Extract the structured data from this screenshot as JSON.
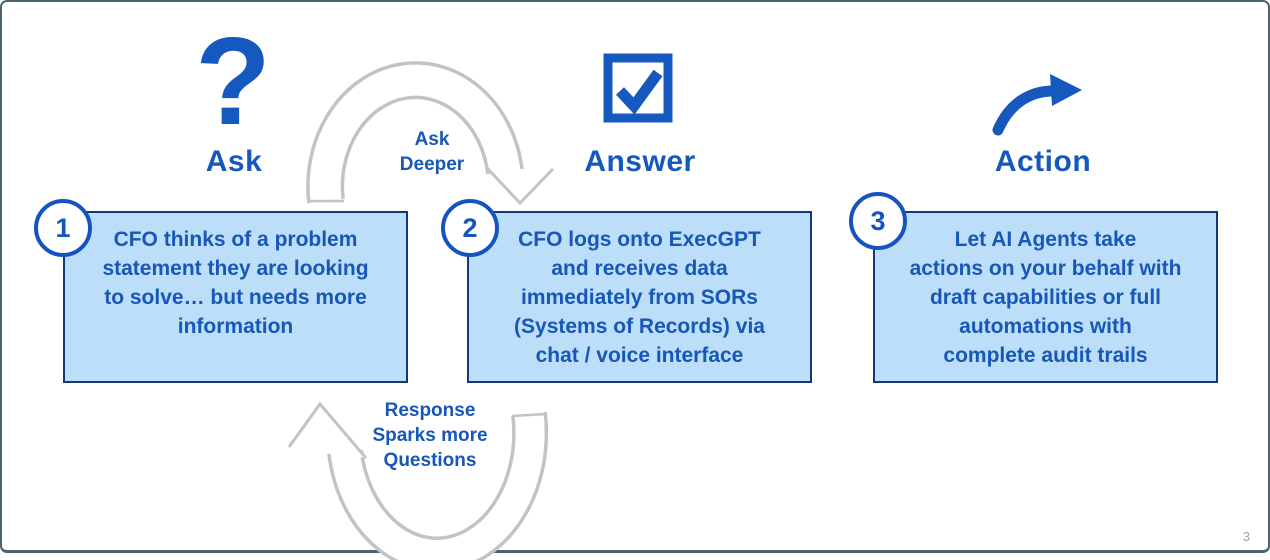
{
  "page": {
    "number": "3"
  },
  "colors": {
    "accent_blue": "#1558BE",
    "box_text_blue": "#1757B8",
    "box_fill": "#BDDEF8",
    "box_border": "#0F3A75",
    "circle_blue": "#1553C0",
    "arrow_gray": "#C3C3C3",
    "frame_border": "#4C6370",
    "page_number_gray": "#93A0B5"
  },
  "icons": {
    "step1": "question-mark",
    "step2": "checked-checkbox",
    "step3": "curved-up-right-arrow",
    "loop_top": "curved-arrow-right-down",
    "loop_bottom": "curved-arrow-left-up"
  },
  "steps": [
    {
      "number": "1",
      "heading": "Ask",
      "icon_glyph": "?",
      "body": "CFO thinks of a problem\nstatement they are looking\nto solve… but needs more\ninformation"
    },
    {
      "number": "2",
      "heading": "Answer",
      "body": "CFO logs onto ExecGPT\nand receives data\nimmediately from SORs\n(Systems of Records) via\nchat / voice interface"
    },
    {
      "number": "3",
      "heading": "Action",
      "body": "Let AI Agents take\nactions on your behalf with\ndraft capabilities or full\nautomations with\ncomplete audit trails"
    }
  ],
  "connectors": {
    "top_label": "Ask\nDeeper",
    "bottom_label": "Response\nSparks more\nQuestions"
  }
}
